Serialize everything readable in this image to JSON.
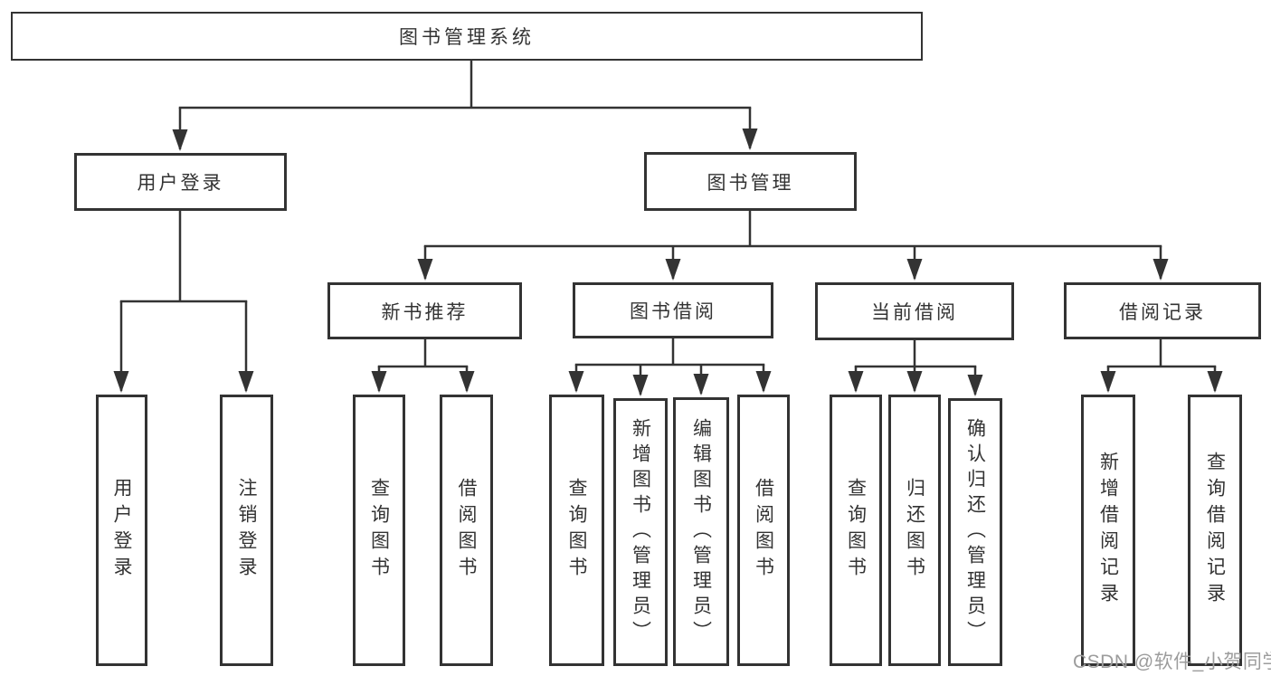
{
  "diagram": {
    "root_label": "图书管理系统",
    "branches": [
      {
        "label": "用户登录",
        "leaves": [
          "用户登录",
          "注销登录"
        ]
      },
      {
        "label": "图书管理",
        "groups": [
          {
            "label": "新书推荐",
            "leaves": [
              "查询图书",
              "借阅图书"
            ]
          },
          {
            "label": "图书借阅",
            "leaves": [
              "查询图书",
              "新增图书（管理员）",
              "编辑图书（管理员）",
              "借阅图书"
            ]
          },
          {
            "label": "当前借阅",
            "leaves": [
              "查询图书",
              "归还图书",
              "确认归还（管理员）"
            ]
          },
          {
            "label": "借阅记录",
            "leaves": [
              "新增借阅记录",
              "查询借阅记录"
            ]
          }
        ]
      }
    ]
  },
  "watermark": {
    "text": "CSDN @软件_小贺同学"
  },
  "colors": {
    "line": "#333333",
    "text": "#333333",
    "box_background": "#ffffff",
    "page_background": "#ffffff",
    "watermark": "#9c9c9c"
  }
}
